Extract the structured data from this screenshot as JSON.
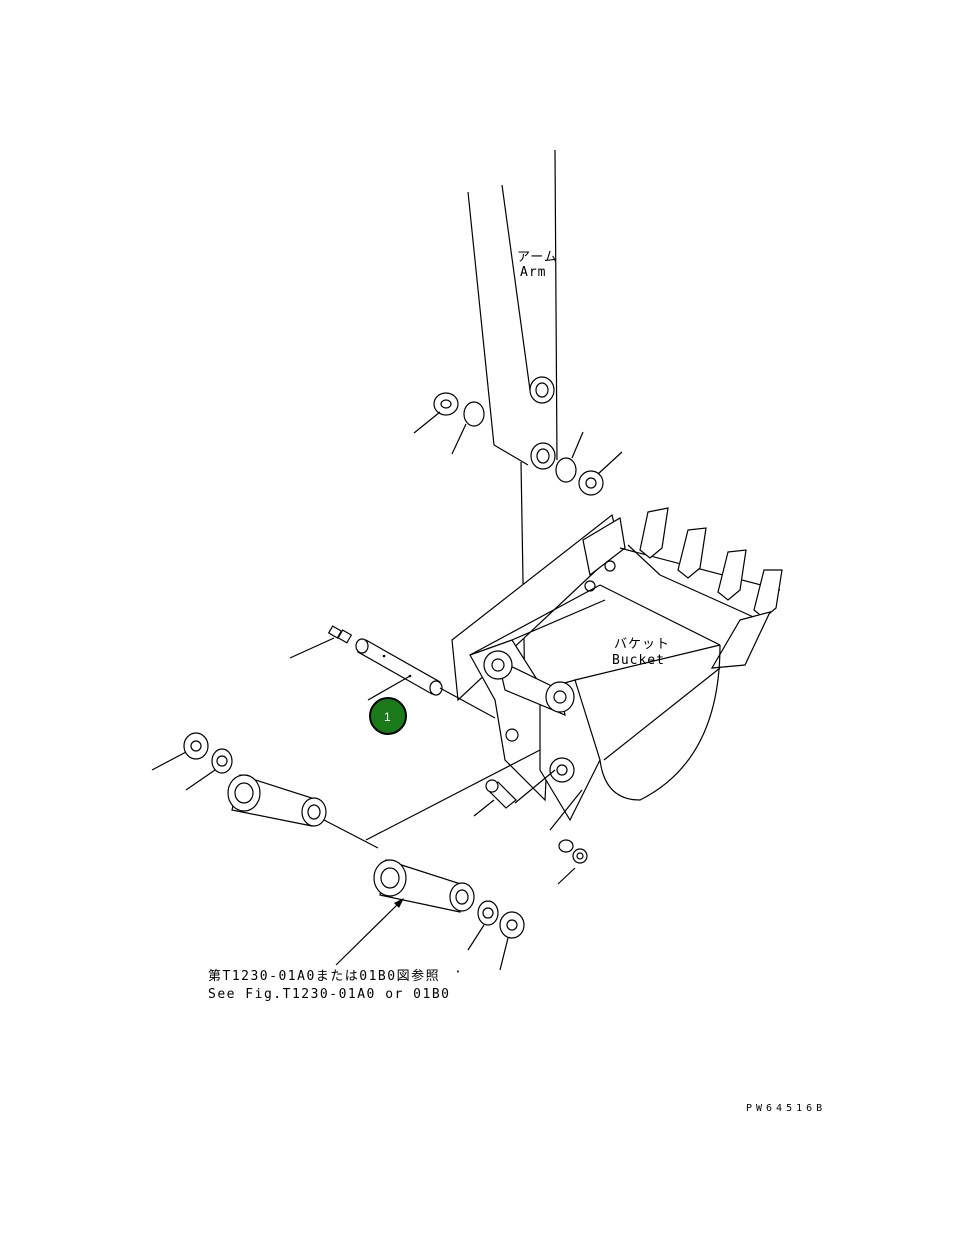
{
  "labels": {
    "arm_jp": "アーム",
    "arm_en": "Arm",
    "bucket_jp": "バケット",
    "bucket_en": "Bucket",
    "ref_jp": "第T1230-01A0または01B0図参照",
    "ref_en": "See Fig.T1230-01A0 or 01B0",
    "drawing_code": "PW64516B"
  },
  "callouts": [
    {
      "number": "1"
    }
  ],
  "colors": {
    "callout_fill": "#1a7a1a",
    "callout_ring": "#000000",
    "line": "#000000",
    "background": "#ffffff"
  }
}
